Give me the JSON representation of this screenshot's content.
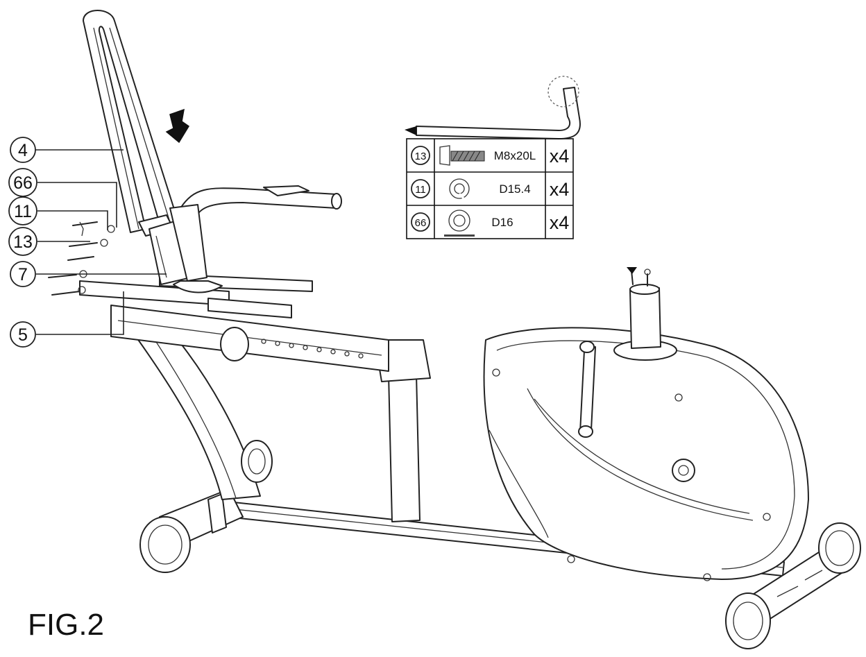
{
  "figure": {
    "label": "FIG.2"
  },
  "callouts": [
    {
      "id": "4",
      "text": "4"
    },
    {
      "id": "66",
      "text": "66"
    },
    {
      "id": "11",
      "text": "11"
    },
    {
      "id": "13",
      "text": "13"
    },
    {
      "id": "7",
      "text": "7"
    },
    {
      "id": "5",
      "text": "5"
    }
  ],
  "hardware_table": {
    "rows": [
      {
        "part": "13",
        "size": "M8x20L",
        "qty": "x4",
        "icon": "bolt-icon"
      },
      {
        "part": "11",
        "size": "D15.4",
        "qty": "x4",
        "icon": "spring-washer-icon"
      },
      {
        "part": "66",
        "size": "D16",
        "qty": "x4",
        "icon": "flat-washer-icon"
      }
    ]
  },
  "tool": {
    "icon": "allen-wrench-screwdriver-icon"
  }
}
